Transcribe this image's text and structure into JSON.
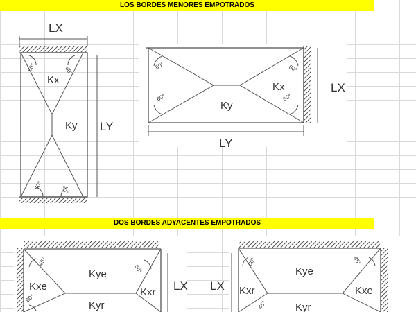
{
  "banners": {
    "top": "LOS BORDES MENORES EMPOTRADOS",
    "bottom": "DOS BORDES ADYACENTES EMPOTRADOS"
  },
  "diagram1": {
    "dim_top": "LX",
    "dim_right": "LY",
    "kx": "Kx",
    "ky": "Ky",
    "angle": "60°"
  },
  "diagram2": {
    "dim_bottom": "LY",
    "dim_right": "LX",
    "kx": "Kx",
    "ky": "Ky",
    "angle": "60°"
  },
  "diagram3": {
    "kxe": "Kxe",
    "kye": "Kye",
    "kxr": "Kxr",
    "kyr": "Kyr",
    "dim_right": "LX",
    "angle45": "45°",
    "angle60": "60°"
  },
  "diagram4": {
    "dim_left": "LX",
    "kxr": "Kxr",
    "kye": "Kye",
    "kxe": "Kxe",
    "kyr": "Kyr",
    "angle45": "45°",
    "angle60": "60°"
  },
  "colors": {
    "banner": "#ffff00",
    "grid": "#d9d9d9",
    "line": "#555555"
  }
}
